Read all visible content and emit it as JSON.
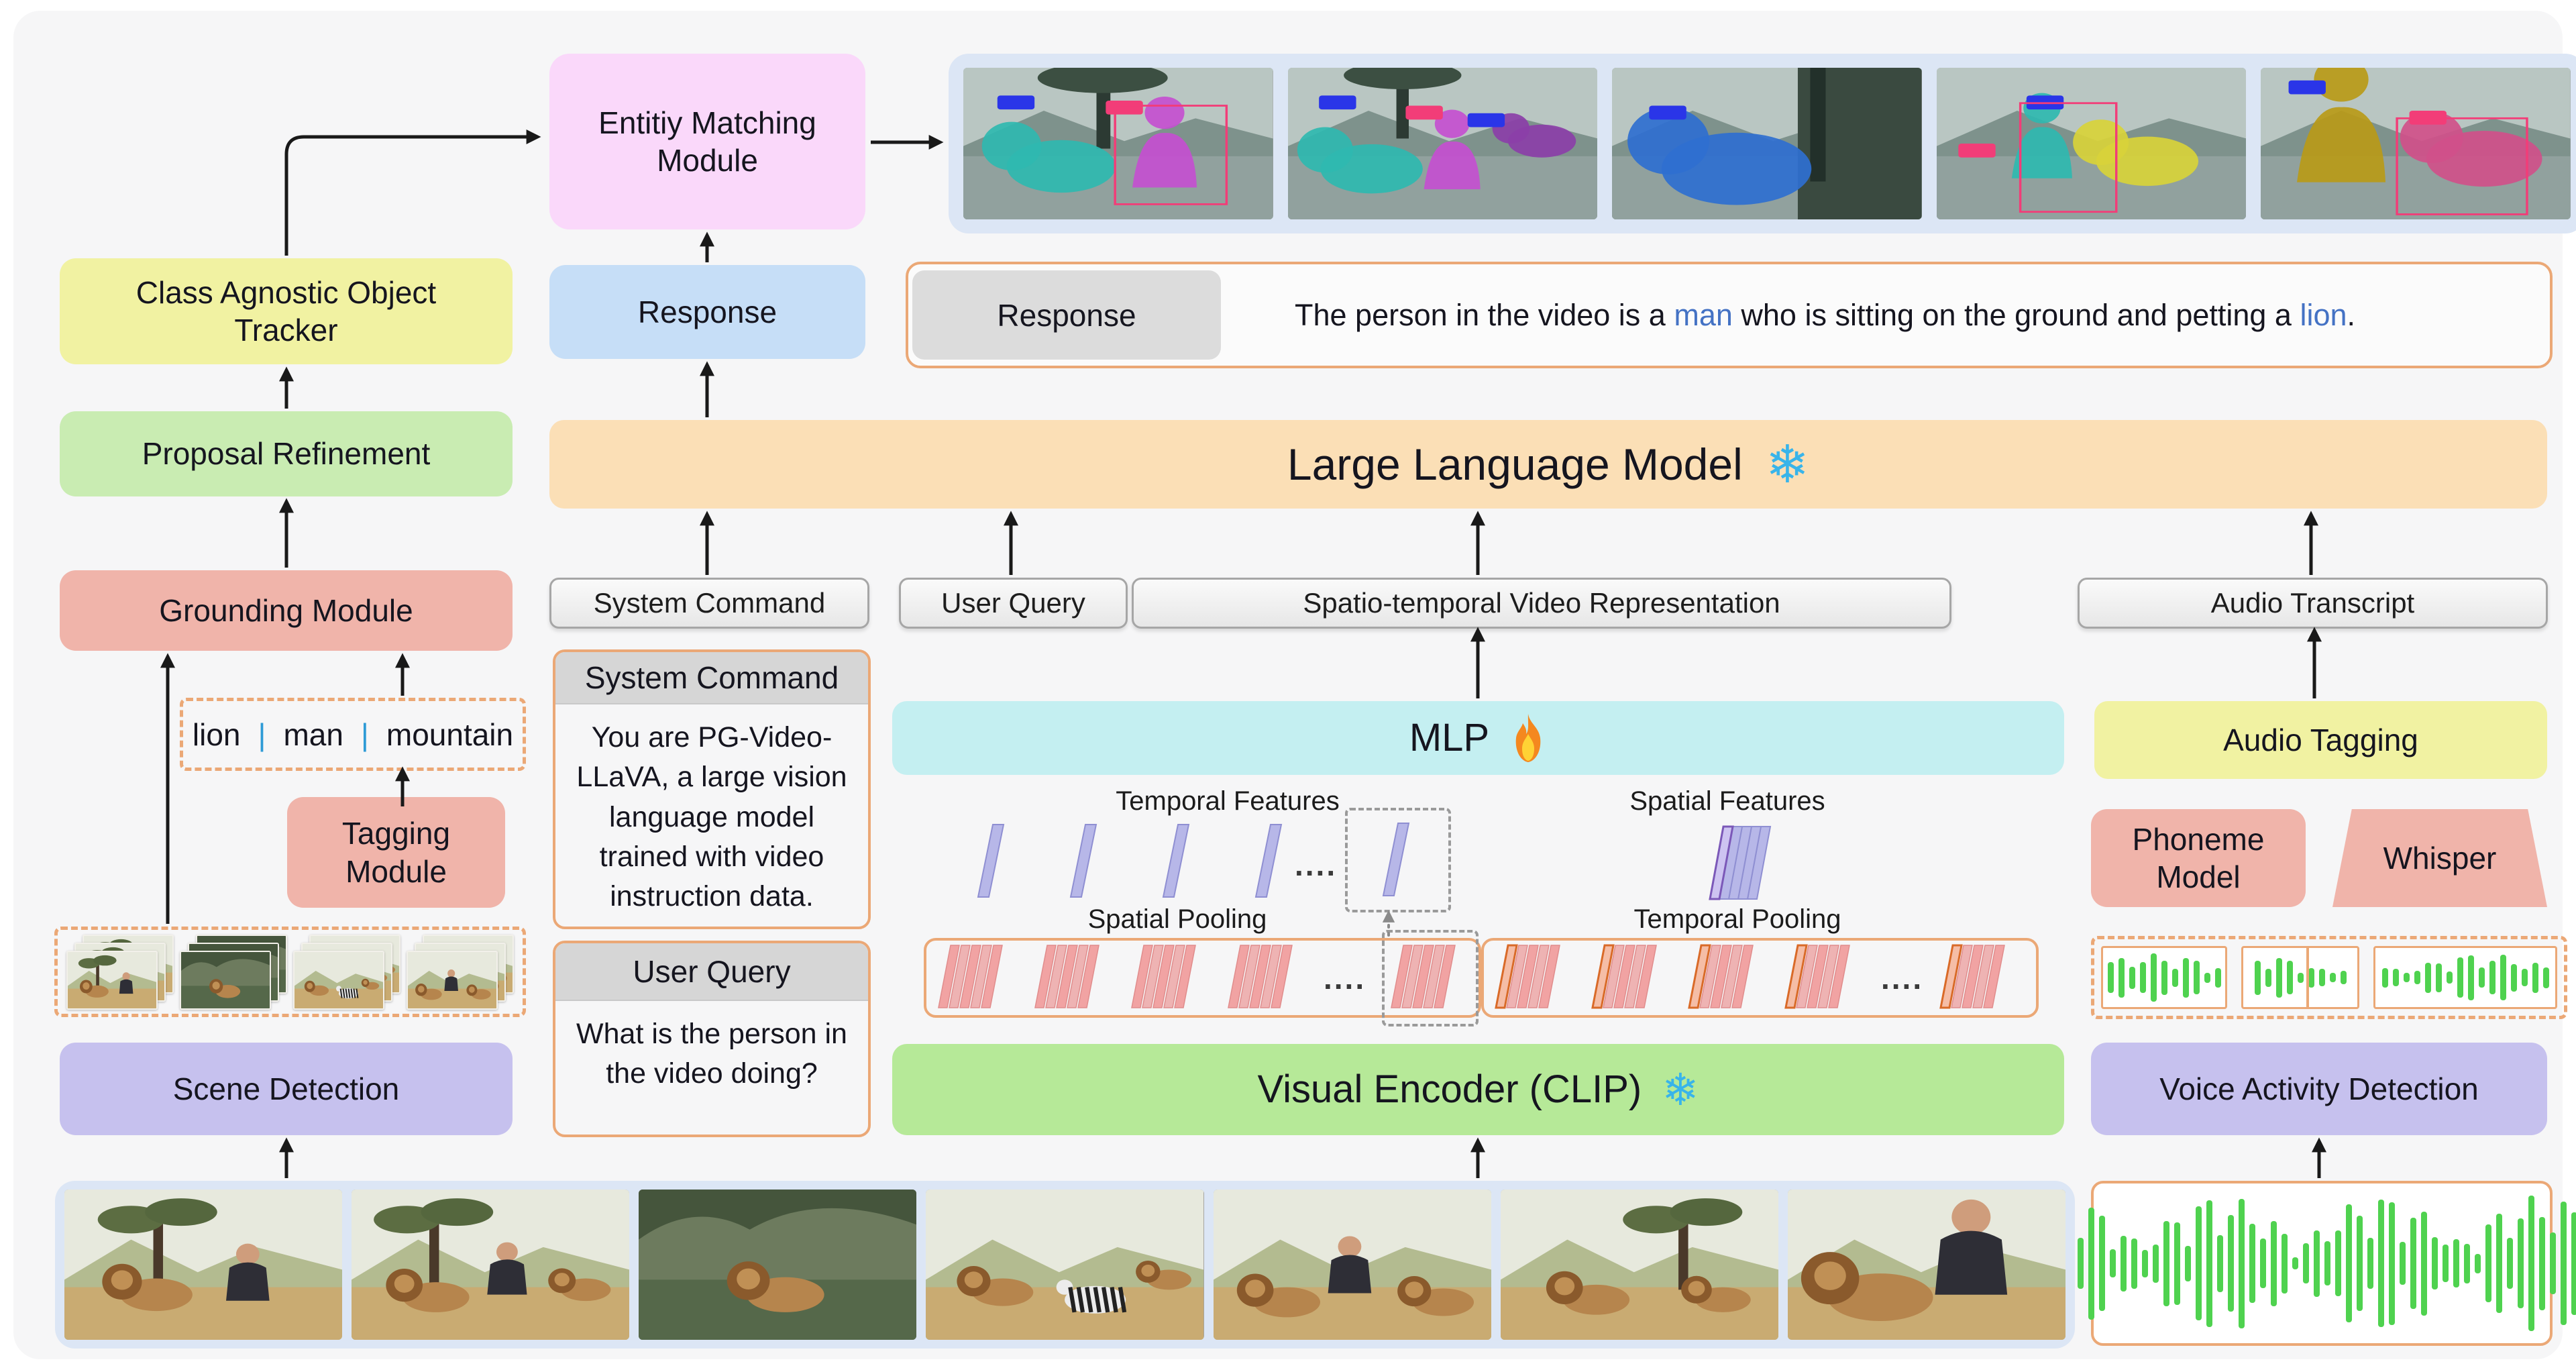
{
  "left": {
    "tracker": "Class Agnostic Object Tracker",
    "proposal": "Proposal Refinement",
    "grounding": "Grounding Module",
    "tags": [
      "lion",
      "man",
      "mountain"
    ],
    "tags_separator": "|",
    "tagging": "Tagging Module",
    "scene_detection": "Scene Detection"
  },
  "center": {
    "entity_matching": "Entitiy Matching Module",
    "response": "Response",
    "llm": "Large Language Model",
    "mlp": "MLP",
    "visual_encoder": "Visual Encoder (CLIP)",
    "pills": {
      "system_command": "System Command",
      "user_query": "User Query",
      "spatio_temporal": "Spatio-temporal Video Representation",
      "audio_transcript": "Audio Transcript"
    },
    "system_command_card": {
      "title": "System Command",
      "body": "You are PG-Video-LLaVA, a large vision language model trained with video instruction data."
    },
    "user_query_card": {
      "title": "User Query",
      "body": "What is the person in the video doing?"
    },
    "features": {
      "temporal_label": "Temporal Features",
      "spatial_pooling": "Spatial Pooling",
      "spatial_label": "Spatial Features",
      "temporal_pooling": "Temporal Pooling",
      "ellipsis": "...."
    }
  },
  "response_row": {
    "label": "Response",
    "text_parts": [
      {
        "text": "The person in the video is a ",
        "highlight": false
      },
      {
        "text": "man",
        "highlight": true
      },
      {
        "text": " who is sitting on the ground and petting a ",
        "highlight": false
      },
      {
        "text": "lion",
        "highlight": true
      },
      {
        "text": ".",
        "highlight": false
      }
    ]
  },
  "audio": {
    "audio_tagging": "Audio Tagging",
    "phoneme_model": "Phoneme Model",
    "whisper": "Whisper",
    "vad": "Voice Activity Detection"
  },
  "icons": {
    "frozen": "❄",
    "fire": "fire-icon"
  },
  "colors": {
    "yellow": "#f1f2a2",
    "green": "#c9ecb2",
    "salmon": "#f0b4aa",
    "purple": "#c6c1ee",
    "pink": "#fad8fa",
    "blue": "#c6def7",
    "peach": "#fbdfb6",
    "cyan": "#c4eff1",
    "encoder_green": "#b6e998",
    "card_orange": "#eba876",
    "highlight_blue": "#4472c4",
    "snowflake": "#38b4ea",
    "wave_green": "#4fd24f"
  },
  "graphics": {
    "segmented_frame_count": 5,
    "video_frame_count": 7,
    "scene_stack_count": 4,
    "audio_segment_count": 3,
    "temporal_slab_count": 4,
    "pink_group_count_left": 4,
    "pink_group_count_right": 4
  }
}
